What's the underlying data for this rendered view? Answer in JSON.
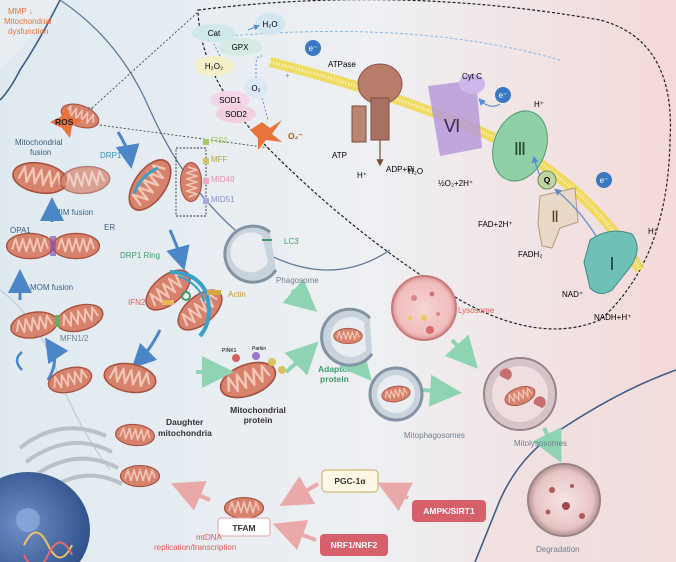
{
  "colors": {
    "bg_left": "#dde8ee",
    "bg_right": "#f3dad9",
    "cell_line": "#3f5d87",
    "mito_fill": "#d7826c",
    "mito_dark": "#b75a48",
    "arrow_blue": "#4a86c8",
    "arrow_green": "#8fd4b2",
    "arrow_pink": "#eaa9a9",
    "orange": "#e8743b",
    "red_label": "#e05a5a",
    "green_label": "#3f9c6a",
    "gray_label": "#6f8090",
    "membrane": "#f0d84a"
  },
  "labels": {
    "mmp": "MMP ↓",
    "mito_dysfunction": "Mitochondrial dysfunction",
    "ros": "ROS",
    "mito_fusion": "Mitochondrial fusion",
    "mim_fusion": "MIM fusion",
    "opa1": "OPA1",
    "mom_fusion": "MOM fusion",
    "mfn12": "MFN1/2",
    "drp1": "DRP1",
    "er": "ER",
    "fis1": "FIS1",
    "mff": "MFF",
    "mid49": "MID49",
    "mid51": "MID51",
    "drp1_ring": "DRP1 Ring",
    "actin": "Actin",
    "ifn2": "IFN2",
    "daughter": "Daughter mitochondria",
    "mito_protein": "Mitochondrial protein",
    "adaptor": "Adaptor protein",
    "lc3": "LC3",
    "phagosome": "Phagosome",
    "mitophagosomes": "Mitophagosomes",
    "lysosome": "Lysosome",
    "mitolysosomes": "Mitolysosomes",
    "degradation": "Degradation",
    "pgc1a": "PGC-1α",
    "ampk": "AMPK/SIRT1",
    "nrf": "NRF1/NRF2",
    "tfam": "TFAM",
    "mtdna": "mtDNA replication/transcription",
    "cat": "Cat",
    "gpx": "GPX",
    "h2o_top": "H₂O",
    "h2o2": "H₂O₂",
    "o2": "O₂",
    "sod1": "SOD1",
    "sod2": "SOD2",
    "o2minus": "O₂⁻",
    "e_minus": "e⁻",
    "atpase": "ATPase",
    "atp": "ATP",
    "adp": "ADP+Pi",
    "h_plus": "H⁺",
    "cyt_c": "Cyt C",
    "complex_vi": "Ⅵ",
    "complex_iii": "Ⅲ",
    "complex_ii": "Ⅱ",
    "complex_i": "Ⅰ",
    "q": "Q",
    "h2o_mid": "H₂O",
    "half_o2": "½O₂+2H⁺",
    "fad": "FAD+2H⁺",
    "fadh2": "FADH₂",
    "nad": "NAD⁺",
    "nadh": "NADH+H⁺",
    "mini_parkin": "Parkin",
    "mini_pink1": "PINK1"
  }
}
